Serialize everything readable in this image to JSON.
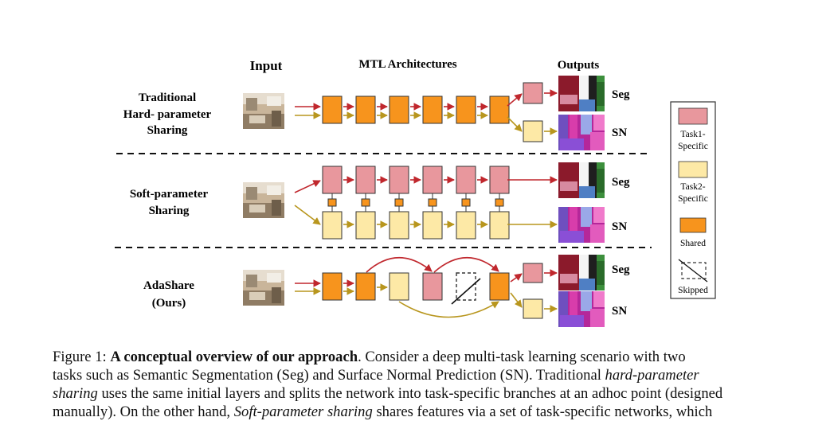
{
  "figure": {
    "headers": {
      "input": "Input",
      "architectures": "MTL Architectures",
      "outputs": "Outputs"
    },
    "rows": [
      {
        "line1": "Traditional",
        "line2": "Hard- parameter",
        "line3": "Sharing",
        "out_top": "Seg",
        "out_bottom": "SN"
      },
      {
        "line1": "Soft-parameter",
        "line2": "Sharing",
        "out_top": "Seg",
        "out_bottom": "SN"
      },
      {
        "line1": "AdaShare",
        "line2": "(Ours)",
        "out_top": "Seg",
        "out_bottom": "SN"
      }
    ],
    "legend": {
      "task1": {
        "line1": "Task1-",
        "line2": "Specific"
      },
      "task2": {
        "line1": "Task2-",
        "line2": "Specific"
      },
      "shared": "Shared",
      "skipped": "Skipped"
    },
    "colors": {
      "shared": "#f7941d",
      "task1": "#e8979d",
      "task2": "#fde9a6",
      "arrow_task1": "#c0272d",
      "arrow_task2": "#b8961e"
    }
  },
  "caption": {
    "figure_label": "Figure 1:",
    "bold_title": "A conceptual overview of our approach",
    "line1_rest": ". Consider a deep multi-task learning scenario with two",
    "line2": "tasks such as Semantic Segmentation (Seg) and Surface Normal Prediction (SN). Traditional",
    "line2_italic": "hard-parameter",
    "line3_italic": "sharing",
    "line3_rest": "uses the same initial layers and splits the network into task-specific branches at an adhoc point (designed",
    "line4_start": "manually). On the other hand,",
    "line4_italic": "Soft-parameter sharing",
    "line4_rest": "shares features via a set of task-specific networks, which"
  }
}
